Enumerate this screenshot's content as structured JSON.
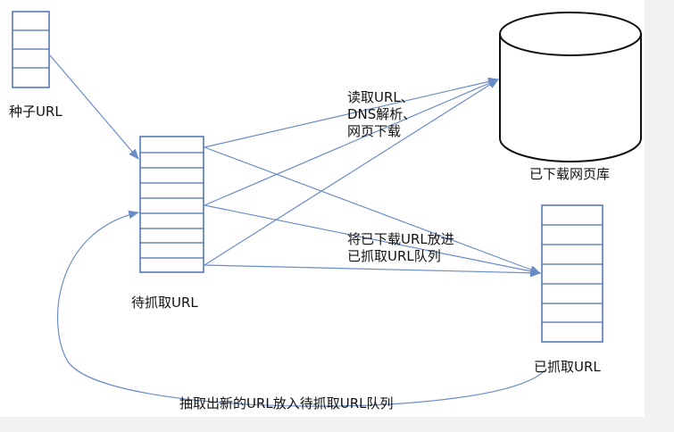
{
  "labels": {
    "seed_urls": "种子URL",
    "to_crawl_urls": "待抓取URL",
    "downloaded_pages": "已下载网页库",
    "crawled_urls": "已抓取URL",
    "read_step": [
      "读取URL、",
      "DNS解析、",
      "网页下载"
    ],
    "put_step": [
      "将已下载URL放进",
      "已抓取URL队列"
    ],
    "extract_step": "抽取出新的URL放入待抓取URL队列"
  },
  "colors": {
    "arrow": "#6a8cc8",
    "box_stroke": "#4a6fb0",
    "text": "#111111"
  }
}
